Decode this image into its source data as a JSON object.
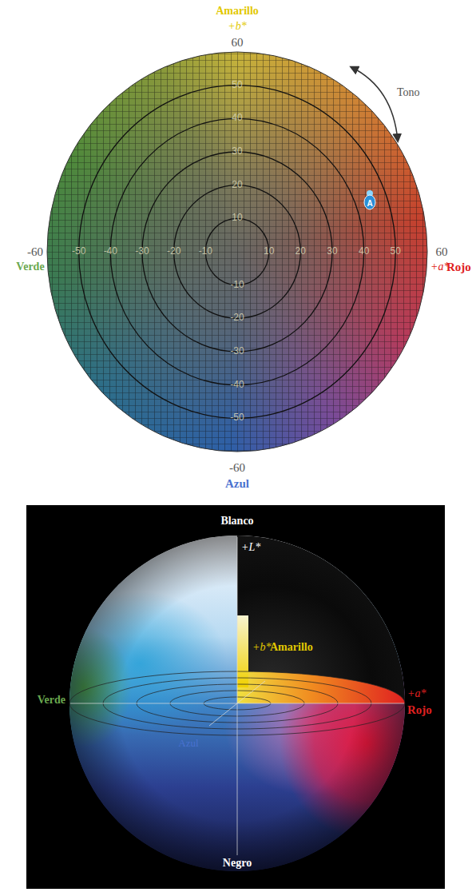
{
  "diagram": {
    "labels": [
      "Amarillo",
      "+b*",
      "60",
      "Tono",
      "-60",
      "Verde",
      "60",
      "+a*",
      "Rojo",
      "50",
      "40",
      "30",
      "20",
      "10",
      "-10",
      "-20",
      "-30",
      "-40",
      "-50",
      "-50",
      "-40",
      "-30",
      "-20",
      "-10",
      "10",
      "20",
      "30",
      "40",
      "50",
      "A",
      "-60",
      "Azul",
      "Blanco",
      "+L*",
      "+b*",
      "Amarillo",
      "Verde",
      "+a*",
      "Rojo",
      "Azul",
      "Negro"
    ]
  }
}
